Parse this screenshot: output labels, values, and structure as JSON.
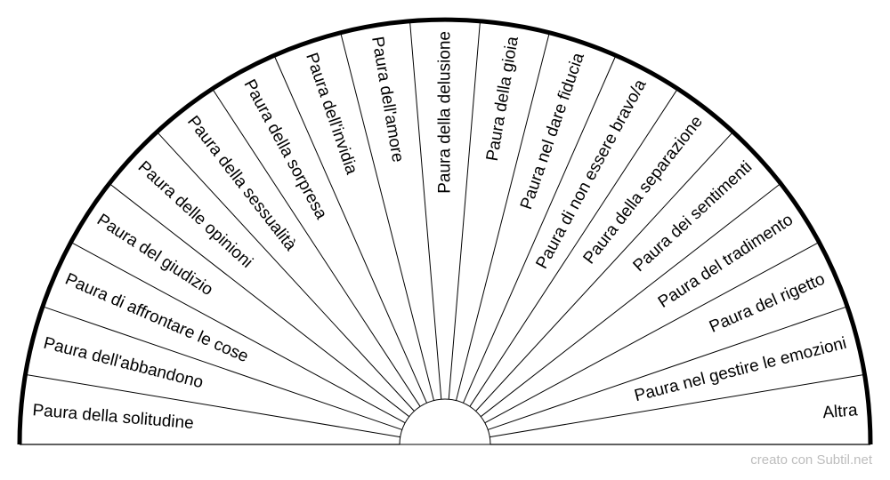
{
  "chart_data": {
    "type": "semicircle-pendulum-chart",
    "segments": [
      "Paura della solitudine",
      "Paura dell'abbandono",
      "Paura di affrontare le cose",
      "Paura del giudizio",
      "Paura delle opinioni",
      "Paura della sessualità",
      "Paura della sorpresa",
      "Paura dell'invidia",
      "Paura dell'amore",
      "Paura della delusione",
      "Paura della gioia",
      "Paura nel dare fiducia",
      "Paura di non essere bravo/a",
      "Paura della separazione",
      "Paura dei sentimenti",
      "Paura del tradimento",
      "Paura del rigetto",
      "Paura nel gestire le emozioni",
      "Altra"
    ]
  },
  "credit": "creato con Subtil.net",
  "colors": {
    "line": "#000000",
    "background": "#ffffff",
    "credit": "#bdbdbd"
  }
}
